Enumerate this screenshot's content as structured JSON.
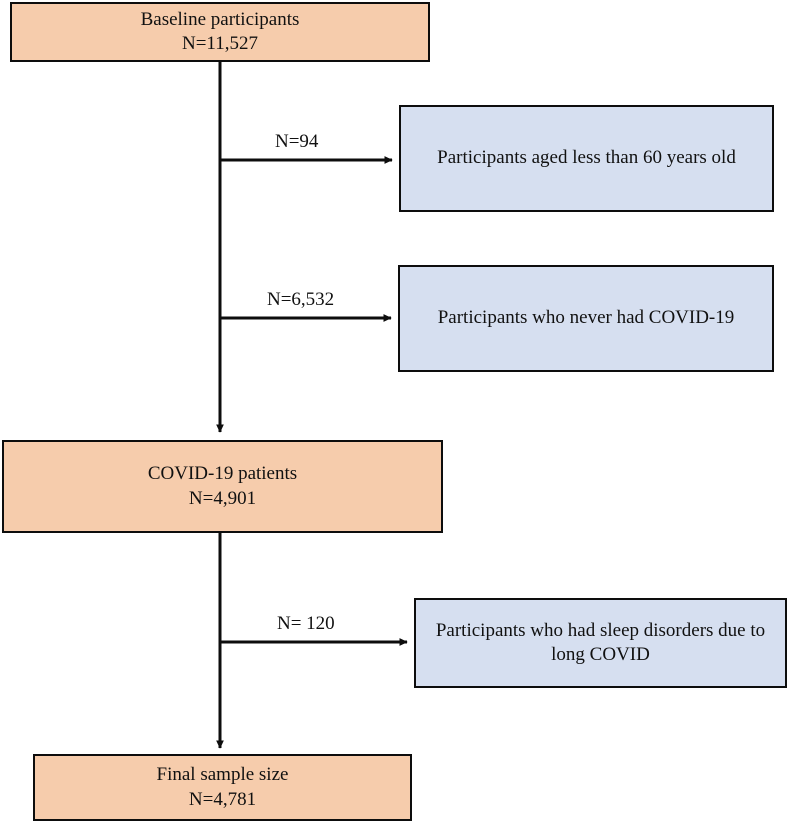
{
  "diagram": {
    "type": "participant-flow-diagram",
    "colors": {
      "primary_fill": "#F6CCAC",
      "excluded_fill": "#D6DFF0",
      "stroke": "#0D0D0D"
    },
    "nodes": {
      "baseline": {
        "label": "Baseline participants",
        "count": "N=11,527"
      },
      "covid_patients": {
        "label": "COVID-19 patients",
        "count": "N=4,901"
      },
      "final_sample": {
        "label": "Final sample size",
        "count": "N=4,781"
      },
      "excluded_age": {
        "label": "Participants aged less than 60 years old"
      },
      "excluded_never_covid": {
        "label": "Participants who never had COVID-19"
      },
      "excluded_sleep_disorders": {
        "label": "Participants who had sleep disorders due to long COVID"
      }
    },
    "edge_labels": {
      "excluded_age": "N=94",
      "excluded_never_covid": "N=6,532",
      "excluded_sleep_disorders": "N= 120"
    }
  }
}
